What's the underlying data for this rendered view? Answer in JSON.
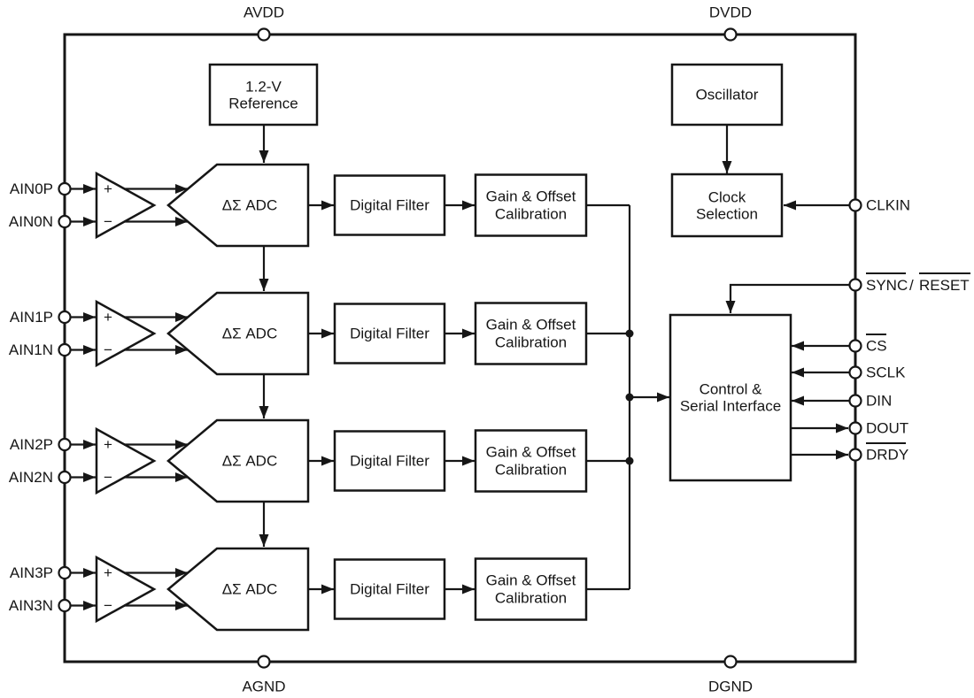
{
  "diagram": {
    "description": "ADC functional block diagram",
    "colors": {
      "line": "#161616",
      "background": "#ffffff"
    }
  },
  "top_pins": {
    "avdd": "AVDD",
    "dvdd": "DVDD"
  },
  "bottom_pins": {
    "agnd": "AGND",
    "dgnd": "DGND"
  },
  "channels": [
    {
      "inp": "AIN0P",
      "inn": "AIN0N",
      "plus": "+",
      "minus": "−",
      "adc": "ΔΣ ADC",
      "filter": "Digital Filter",
      "cal_line1": "Gain & Offset",
      "cal_line2": "Calibration"
    },
    {
      "inp": "AIN1P",
      "inn": "AIN1N",
      "plus": "+",
      "minus": "−",
      "adc": "ΔΣ ADC",
      "filter": "Digital Filter",
      "cal_line1": "Gain & Offset",
      "cal_line2": "Calibration"
    },
    {
      "inp": "AIN2P",
      "inn": "AIN2N",
      "plus": "+",
      "minus": "−",
      "adc": "ΔΣ ADC",
      "filter": "Digital Filter",
      "cal_line1": "Gain & Offset",
      "cal_line2": "Calibration"
    },
    {
      "inp": "AIN3P",
      "inn": "AIN3N",
      "plus": "+",
      "minus": "−",
      "adc": "ΔΣ ADC",
      "filter": "Digital Filter",
      "cal_line1": "Gain & Offset",
      "cal_line2": "Calibration"
    }
  ],
  "blocks": {
    "reference_line1": "1.2-V",
    "reference_line2": "Reference",
    "oscillator": "Oscillator",
    "clock_line1": "Clock",
    "clock_line2": "Selection",
    "control_line1": "Control &",
    "control_line2": "Serial Interface"
  },
  "right_pins": {
    "clkin": "CLKIN",
    "sync": "SYNC",
    "slash": "/",
    "reset": "RESET",
    "cs": "CS",
    "sclk": "SCLK",
    "din": "DIN",
    "dout": "DOUT",
    "drdy": "DRDY"
  }
}
